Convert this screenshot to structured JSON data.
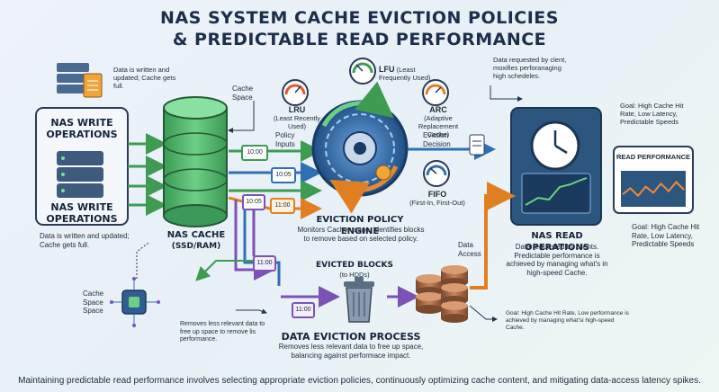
{
  "title_line1": "NAS SYSTEM CACHE EVICTION POLICIES",
  "title_line2": "& PREDICTABLE READ PERFORMANCE",
  "write": {
    "heading": "NAS WRITE OPERATIONS",
    "heading2": "NAS WRITE OPERATIONS",
    "note_top": "Data is written and updated; Cache gets full.",
    "note_bottom": "Data is written and updated; Cache gets full."
  },
  "cache": {
    "label": "NAS CACHE",
    "sub": "(SSD/RAM)",
    "space_top": "Cache Space",
    "space_bottom": "Cache Space Space",
    "blocks": [
      "10:00",
      "10:05",
      "10:05",
      "11:00",
      "11:00",
      "11:00"
    ]
  },
  "policies": {
    "inputs": "Policy Inputs",
    "lru": {
      "name": "LRU",
      "desc": "(Least Recently Used)"
    },
    "lfu": {
      "name": "LFU",
      "desc": "(Least Frequently Used)"
    },
    "arc": {
      "name": "ARC",
      "desc": "(Adaptive Replacement Cache)"
    },
    "fifo": {
      "name": "FIFO",
      "desc": "(First-In, First-Out)"
    }
  },
  "engine": {
    "heading": "EVICTION POLICY ENGINE",
    "desc": "Monitors Cache usage, identifies blocks to remove based on selected policy.",
    "decision": "Eviction Decision"
  },
  "evicted": {
    "heading": "EVICTED BLOCKS",
    "sub": "(to HDDs)"
  },
  "eviction_process": {
    "heading": "DATA EVICTION PROCESS",
    "desc": "Removes less relevant data to free up space, balancing against performace impact.",
    "side_note": "Removes less relevant data to free up space to remove lis performance."
  },
  "read": {
    "request_note": "Data requested by clent, moxifies perforanaging high schedeles.",
    "data_access": "Data Access",
    "heading": "NAS READ OPERATIONS",
    "desc": "Data requested by clients. Predictable performance is achieved by managing what's in high-speed Cache.",
    "goal_top": "Goal: High Cache Hit Rate, Low Latency, Predictable Speeds",
    "perf_label": "READ PERFORMANCE",
    "goal_right": "Goal: High Cache Hit Rate, Low Latency, Predictable Speeds",
    "goal_bottom": "Goal: High Cache Hit Rate, Low performance is achieved by managing what'si high-speed Cache.",
    "perf_series": [
      0.35,
      0.55,
      0.3,
      0.6,
      0.4,
      0.7,
      0.45,
      0.75,
      0.5
    ]
  },
  "footer": "Maintaining predictable read performance involves selecting appropriate eviction policies, continuously optimizing cache content, and mitigating data-access latency spikes.",
  "colors": {
    "cache": "#4caf6a",
    "engine": "#2f5e93",
    "read": "#2d567f",
    "evict": "#8b5fbf",
    "access": "#e58b2f"
  }
}
